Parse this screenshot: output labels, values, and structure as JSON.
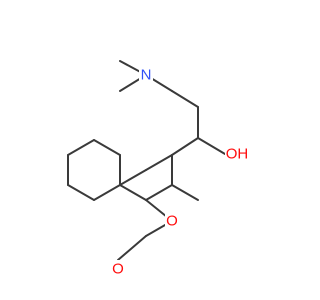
{
  "molecule": {
    "atom_labels": {
      "amine_n": "N",
      "hydroxyl": "OH",
      "ring_oxygen": "O",
      "carbonyl_oxygen": "O"
    },
    "colors": {
      "bond": "#3a3a3a",
      "nitrogen": "#3050f8",
      "oxygen": "#ff0d0d",
      "background": "#ffffff"
    }
  }
}
